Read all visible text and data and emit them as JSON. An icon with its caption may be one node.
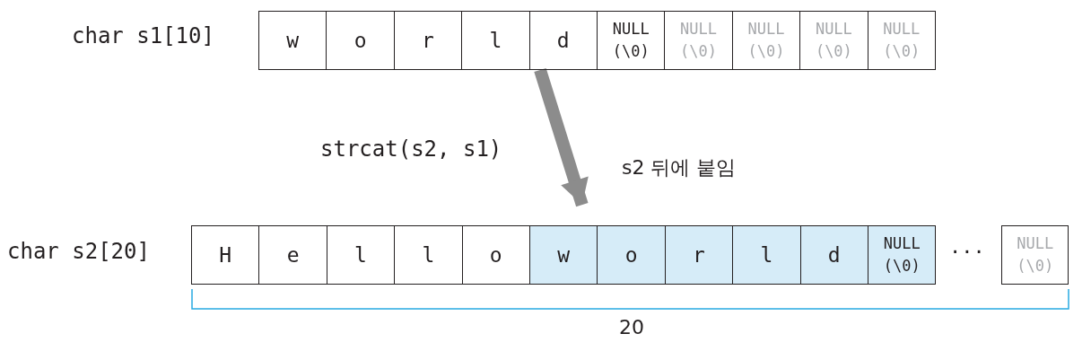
{
  "diagram": {
    "nodes": [
      {
        "text": [
          "w"
        ]
      },
      {
        "text": [
          "o"
        ]
      },
      {
        "text": [
          "r"
        ]
      },
      {
        "text": [
          "l"
        ]
      },
      {
        "text": [
          "d"
        ]
      },
      {
        "text": [
          "NULL (\\0)"
        ]
      },
      {
        "text": [
          "NULL (\\0)"
        ]
      },
      {
        "text": [
          "NULL (\\0)"
        ]
      },
      {
        "text": [
          "NULL (\\0)"
        ]
      },
      {
        "text": [
          "NULL (\\0)"
        ]
      },
      {
        "text": [
          "H"
        ]
      },
      {
        "text": [
          "e"
        ]
      },
      {
        "text": [
          "l"
        ]
      },
      {
        "text": [
          "l"
        ]
      },
      {
        "text": [
          "o"
        ]
      },
      {
        "text": [
          "w"
        ]
      },
      {
        "text": [
          "o"
        ]
      },
      {
        "text": [
          "r"
        ]
      },
      {
        "text": [
          "l"
        ]
      },
      {
        "text": [
          "d"
        ]
      },
      {
        "text": [
          "NULL (\\0)"
        ]
      },
      {
        "text": [
          "NULL (\\0)"
        ]
      }
    ],
    "edges": [
      {
        "from": 4,
        "to": 15,
        "arrow": "to",
        "label": "strcat(s2, s1)"
      }
    ],
    "labels": [
      "char s1[10]",
      "s2 뒤에 붙임",
      "char s2[20]",
      "···",
      "20"
    ]
  }
}
